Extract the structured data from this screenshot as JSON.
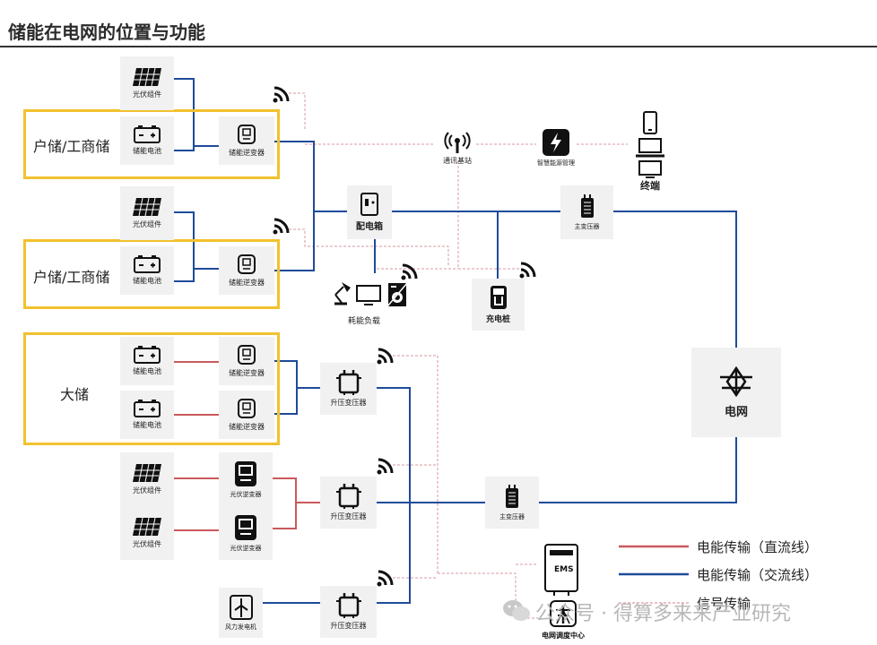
{
  "title": "储能在电网的位置与功能",
  "groups": {
    "household1": "户储/工商储",
    "household2": "户储/工商储",
    "large": "大储"
  },
  "labels": {
    "pv_module": "光伏组件",
    "storage_battery": "储能电池",
    "storage_inverter": "储能逆变器",
    "comm_station": "通讯基站",
    "energy_mgmt": "智慧能源管理",
    "terminal": "终端",
    "distribution_box": "配电箱",
    "main_transformer": "主变压器",
    "load": "耗能负载",
    "charging_pile": "充电桩",
    "step_up_transformer": "升压变压器",
    "grid": "电网",
    "pv_inverter": "光伏逆变器",
    "wind_generator": "风力发电机",
    "dispatch_center": "电网调度中心",
    "ems": "EMS"
  },
  "legend": {
    "dc": "电能传输（直流线）",
    "ac": "电能传输（交流线）",
    "signal": "信号传输"
  },
  "watermark": "公众号 · 得算多来来产业研究",
  "colors": {
    "dc": "#c9595c",
    "ac": "#1e4b99",
    "signal": "#d99aa0",
    "group_border": "#f2c12e"
  }
}
